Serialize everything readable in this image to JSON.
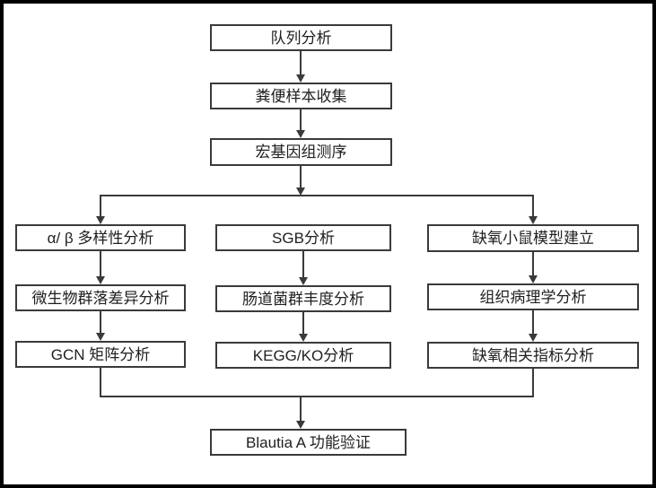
{
  "diagram": {
    "type": "flowchart",
    "language": "zh-CN",
    "colors": {
      "background": "#ffffff",
      "frame_border": "#000000",
      "node_border": "#3a3a3a",
      "line": "#3a3a3a",
      "text": "#1f1f1f"
    },
    "nodes": {
      "cohort": {
        "label": "队列分析"
      },
      "fecal": {
        "label": "粪便样本收集"
      },
      "metagenome": {
        "label": "宏基因组测序"
      },
      "diversity": {
        "label": "α/ β 多样性分析"
      },
      "community": {
        "label": "微生物群落差异分析"
      },
      "gcn": {
        "label": "GCN 矩阵分析"
      },
      "sgb": {
        "label": "SGB分析"
      },
      "gut": {
        "label": "肠道菌群丰度分析"
      },
      "kegg": {
        "label": "KEGG/KO分析"
      },
      "mouse": {
        "label": "缺氧小鼠模型建立"
      },
      "histo": {
        "label": "组织病理学分析"
      },
      "indicator": {
        "label": "缺氧相关指标分析"
      },
      "blautia": {
        "label": "Blautia A 功能验证"
      }
    },
    "edges": [
      {
        "from": "队列分析",
        "to": "粪便样本收集"
      },
      {
        "from": "粪便样本收集",
        "to": "宏基因组测序"
      },
      {
        "from": "宏基因组测序",
        "to": "α/ β 多样性分析"
      },
      {
        "from": "宏基因组测序",
        "to": "缺氧小鼠模型建立"
      },
      {
        "from": "α/ β 多样性分析",
        "to": "微生物群落差异分析"
      },
      {
        "from": "微生物群落差异分析",
        "to": "GCN 矩阵分析"
      },
      {
        "from": "SGB分析",
        "to": "肠道菌群丰度分析"
      },
      {
        "from": "肠道菌群丰度分析",
        "to": "KEGG/KO分析"
      },
      {
        "from": "缺氧小鼠模型建立",
        "to": "组织病理学分析"
      },
      {
        "from": "组织病理学分析",
        "to": "缺氧相关指标分析"
      },
      {
        "from": "GCN 矩阵分析",
        "to": "Blautia A 功能验证"
      },
      {
        "from": "缺氧相关指标分析",
        "to": "Blautia A 功能验证"
      }
    ]
  }
}
